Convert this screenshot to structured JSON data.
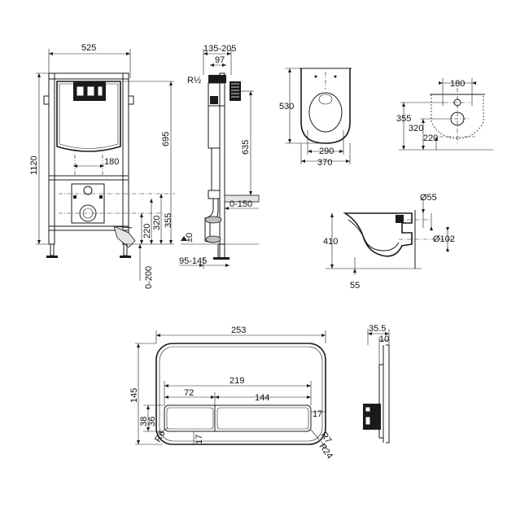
{
  "frame_front": {
    "width": "525",
    "height": "1120",
    "cistern_height": "695",
    "bracket_spacing": "180",
    "outlet_height": "320",
    "inlet_height": "355",
    "connection_height": "220",
    "foot_range": "0-200"
  },
  "frame_side": {
    "depth_range": "135-205",
    "depth_fixed": "97",
    "thread": "R½",
    "drain_height": "635",
    "pipe_range": "0-150",
    "floor_level": "±0",
    "foot_depth": "95-145"
  },
  "bowl_top": {
    "length": "530",
    "inner_width": "290",
    "outer_width": "370"
  },
  "bowl_back": {
    "bolt_spacing": "180",
    "height_1": "355",
    "height_2": "320",
    "height_3": "220"
  },
  "bowl_side": {
    "height": "410",
    "inlet_diameter": "Ø55",
    "outlet_diameter": "Ø102",
    "offset": "55"
  },
  "flush_plate_front": {
    "width": "253",
    "height": "145",
    "button_width": "219",
    "small_button": "72",
    "large_button": "144",
    "button_height_outer": "38",
    "button_height_inner": "36",
    "edge_right": "17",
    "edge_bottom": "17",
    "radius_small": "R6",
    "radius_button": "R7",
    "radius_plate": "R24"
  },
  "flush_plate_side": {
    "total_depth": "35.5",
    "plate_depth": "10"
  }
}
